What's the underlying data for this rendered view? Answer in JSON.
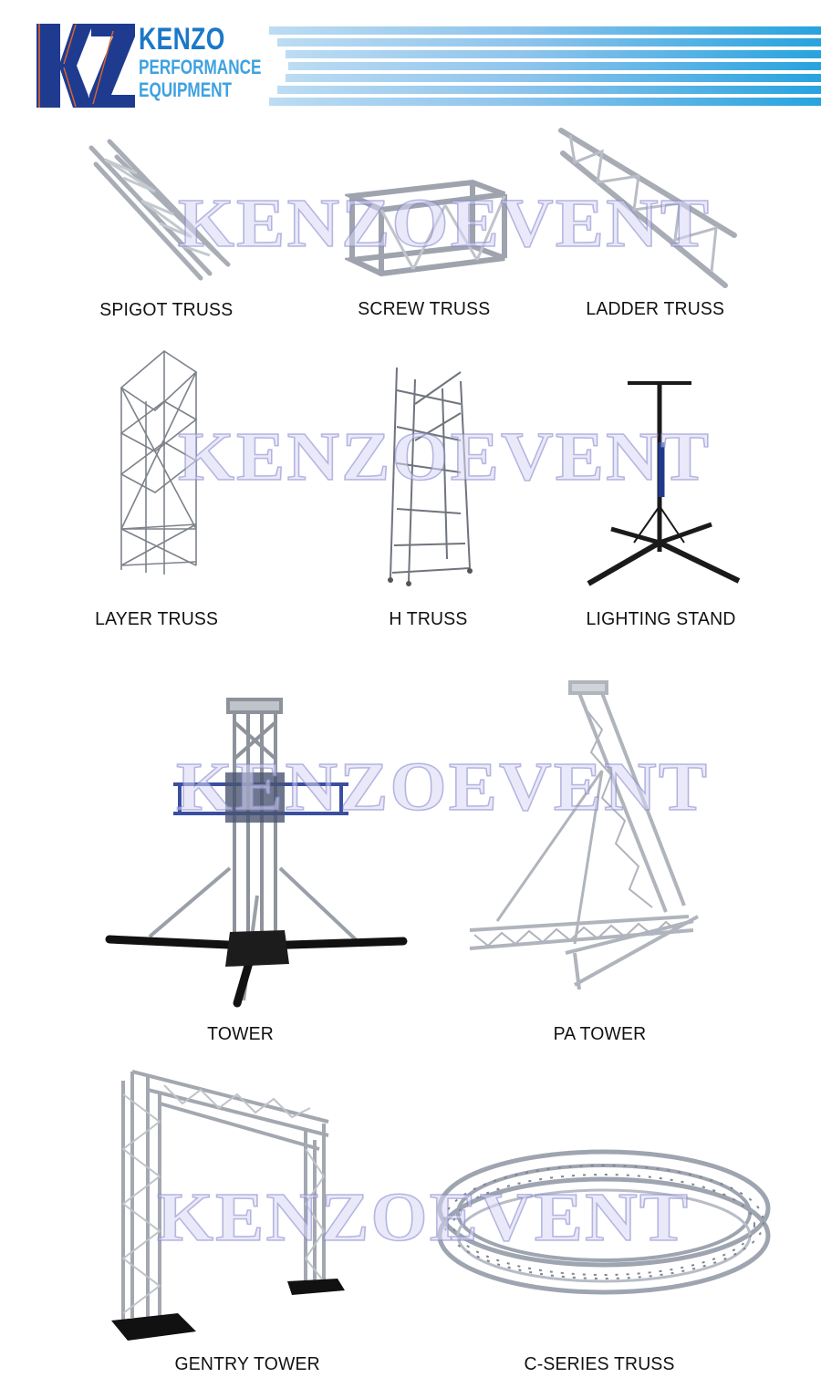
{
  "brand": {
    "monogram": "KZ",
    "name": "KENZO",
    "tagline_line1": "PERFORMANCE",
    "tagline_line2": "EQUIPMENT",
    "colors": {
      "monogram": "#1f3b8f",
      "monogram_accent": "#e0662a",
      "name": "#1b78c8",
      "tagline": "#3ea2e0",
      "stripe_light": "#bcdcf3",
      "stripe_dark": "#27a3de"
    }
  },
  "watermark": "KENZOEVENT",
  "products": [
    {
      "label": "SPIGOT TRUSS",
      "icon": "spigot-truss-image"
    },
    {
      "label": "SCREW TRUSS",
      "icon": "screw-truss-image"
    },
    {
      "label": "LADDER TRUSS",
      "icon": "ladder-truss-image"
    },
    {
      "label": "LAYER TRUSS",
      "icon": "layer-truss-image"
    },
    {
      "label": "H TRUSS",
      "icon": "h-truss-image"
    },
    {
      "label": "LIGHTING STAND",
      "icon": "lighting-stand-image"
    },
    {
      "label": "TOWER",
      "icon": "tower-image"
    },
    {
      "label": "PA TOWER",
      "icon": "pa-tower-image"
    },
    {
      "label": "GENTRY TOWER",
      "icon": "gentry-tower-image"
    },
    {
      "label": "C-SERIES TRUSS",
      "icon": "c-series-truss-image"
    }
  ]
}
